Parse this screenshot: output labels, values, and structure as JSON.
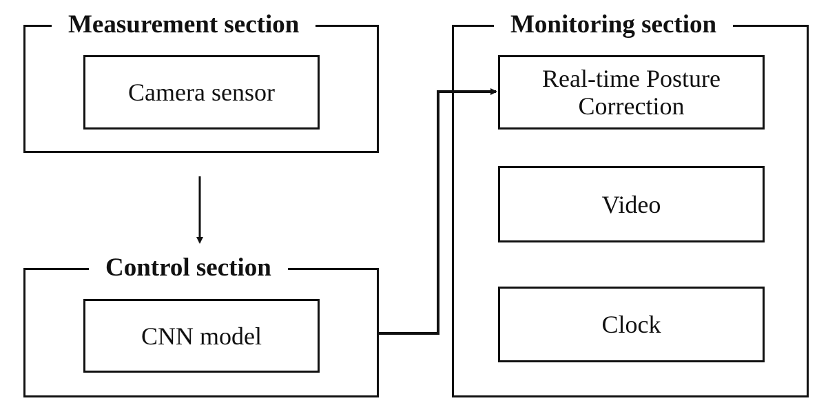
{
  "sections": {
    "measurement": {
      "title": "Measurement section",
      "boxes": [
        "Camera sensor"
      ]
    },
    "control": {
      "title": "Control section",
      "boxes": [
        "CNN model"
      ]
    },
    "monitoring": {
      "title": "Monitoring section",
      "boxes": [
        {
          "lines": [
            "Real-time Posture",
            "Correction"
          ]
        },
        {
          "lines": [
            "Video"
          ]
        },
        {
          "lines": [
            "Clock"
          ]
        }
      ]
    }
  },
  "connections": [
    {
      "from": "Camera sensor",
      "to": "CNN model"
    },
    {
      "from": "CNN model",
      "to": "Real-time Posture Correction"
    }
  ]
}
